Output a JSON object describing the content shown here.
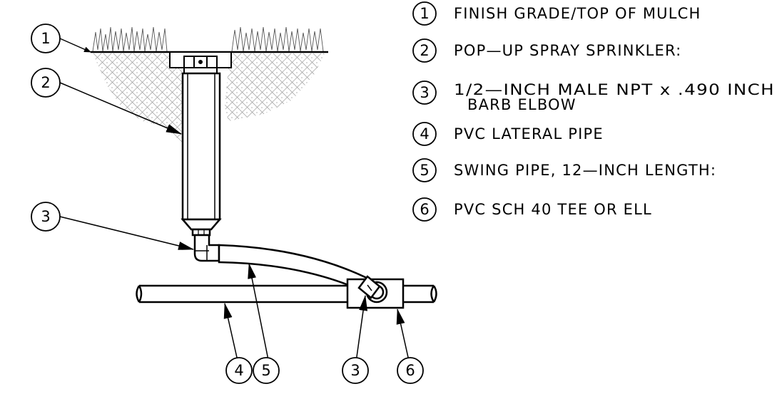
{
  "diagram": {
    "callout_numbers": [
      "1",
      "2",
      "3",
      "4",
      "5",
      "6"
    ],
    "legend": [
      {
        "num": "1",
        "lines": [
          "FINISH GRADE/TOP OF MULCH"
        ]
      },
      {
        "num": "2",
        "lines": [
          "POP—UP SPRAY SPRINKLER:"
        ]
      },
      {
        "num": "3",
        "lines": [
          "1/2—INCH MALE NPT x .490 INCH",
          "BARB ELBOW"
        ]
      },
      {
        "num": "4",
        "lines": [
          "PVC LATERAL PIPE"
        ]
      },
      {
        "num": "5",
        "lines": [
          "SWING PIPE, 12—INCH LENGTH:"
        ]
      },
      {
        "num": "6",
        "lines": [
          "PVC SCH 40 TEE OR ELL"
        ]
      }
    ]
  }
}
